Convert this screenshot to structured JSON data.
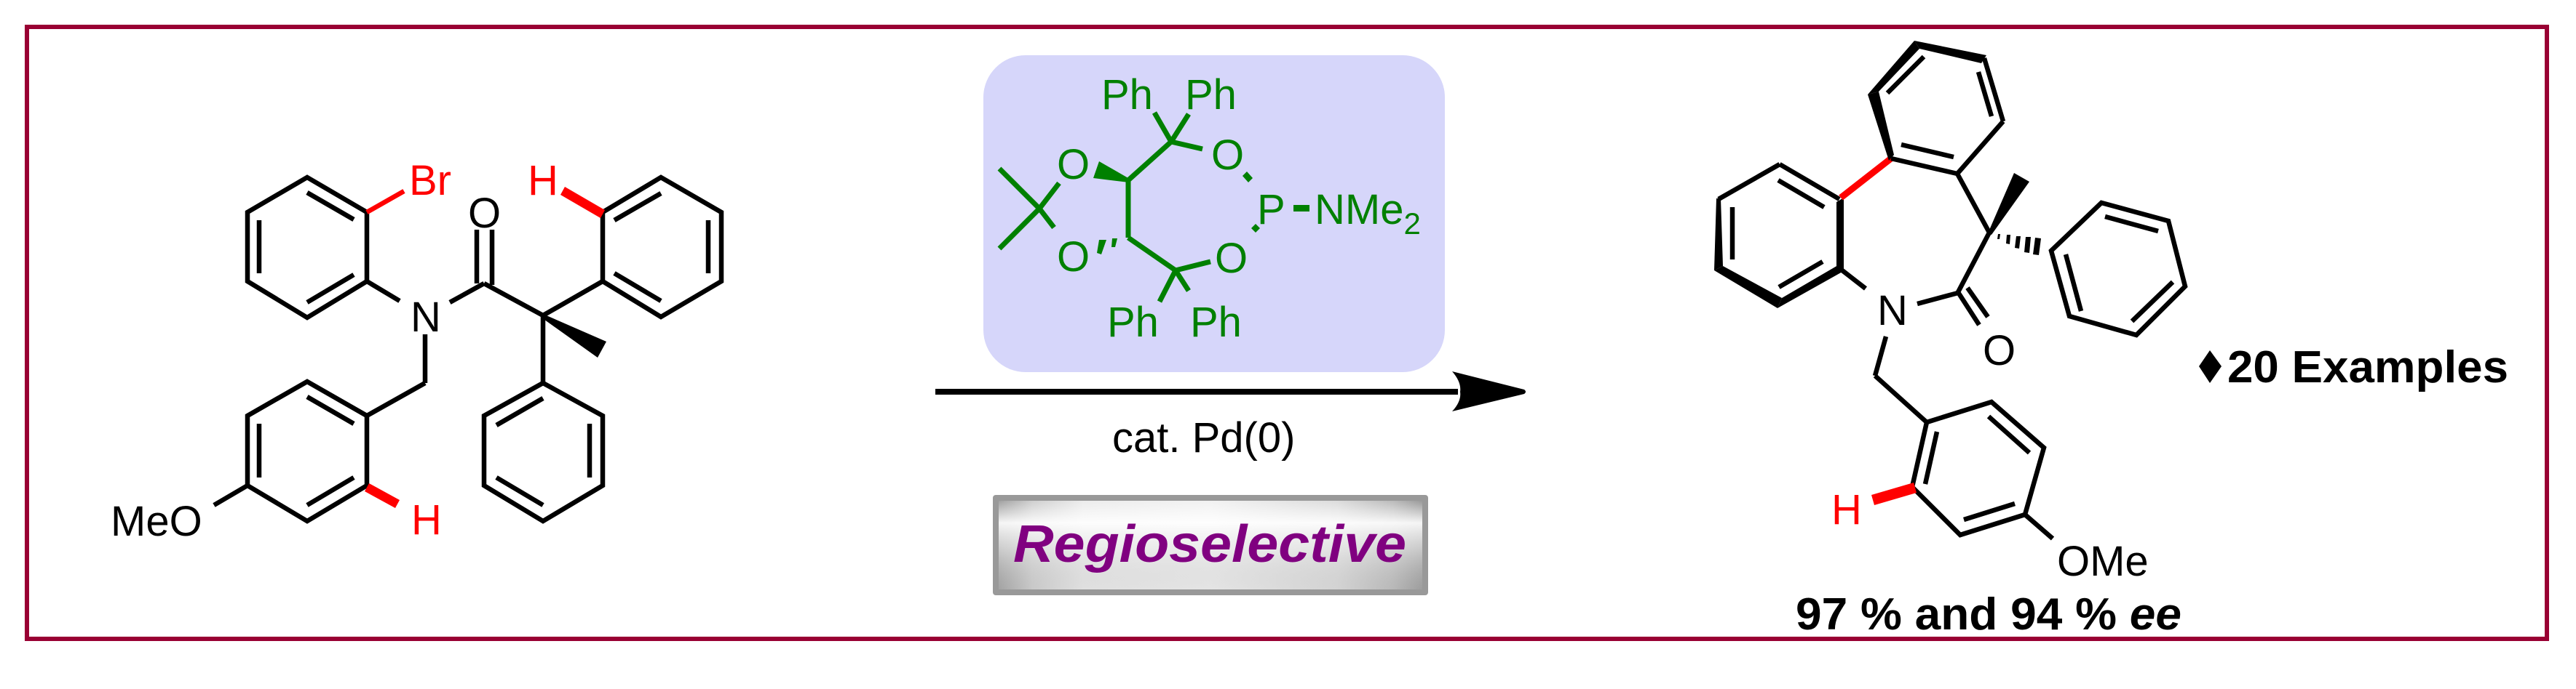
{
  "colors": {
    "frame": "#990033",
    "catalyst_green": "#008000",
    "catalyst_box": "#d6d6fa",
    "highlight_red": "#ff0000",
    "regio_purple": "#800080",
    "bond_black": "#000000"
  },
  "reactant": {
    "atoms": {
      "br": "Br",
      "o": "O",
      "n": "N",
      "h_top": "H",
      "h_bottom": "H",
      "meo": "MeO"
    }
  },
  "catalyst": {
    "ph_top_left": "Ph",
    "ph_top_right": "Ph",
    "ph_bottom_left": "Ph",
    "ph_bottom_right": "Ph",
    "o_acetonide_top": "O",
    "o_acetonide_bottom": "O",
    "o_ring_top": "O",
    "o_ring_bottom": "O",
    "p": "P",
    "nme": "NMe",
    "nme_sub": "2"
  },
  "arrow": {
    "condition": "cat. Pd(0)"
  },
  "badge": {
    "label": "Regioselective"
  },
  "product": {
    "atoms": {
      "n": "N",
      "o": "O",
      "h": "H",
      "ome": "OMe"
    },
    "yield_text": "97 % and 94 % ",
    "ee_text": "ee"
  },
  "scope": {
    "bullet_icon": "diamond-icon",
    "label": "20 Examples"
  }
}
